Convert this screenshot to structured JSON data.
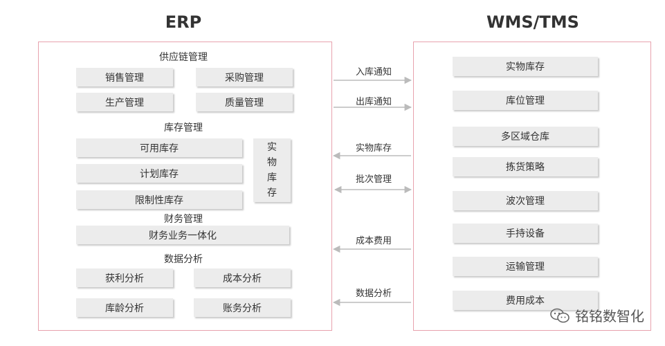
{
  "erp": {
    "title": "ERP",
    "supply_chain": {
      "heading": "供应链管理",
      "items": [
        "销售管理",
        "采购管理",
        "生产管理",
        "质量管理"
      ]
    },
    "inventory": {
      "heading": "库存管理",
      "items": [
        "可用库存",
        "计划库存",
        "限制性库存"
      ],
      "physical": "实物库存"
    },
    "finance": {
      "heading": "财务管理",
      "items": [
        "财务业务一体化"
      ]
    },
    "analytics": {
      "heading": "数据分析",
      "items": [
        "获利分析",
        "成本分析",
        "库龄分析",
        "账务分析"
      ]
    }
  },
  "wms": {
    "title": "WMS/TMS",
    "items": [
      "实物库存",
      "库位管理",
      "多区域仓库",
      "拣货策略",
      "波次管理",
      "手持设备",
      "运输管理",
      "费用成本"
    ]
  },
  "flows": [
    {
      "label": "入库通知",
      "direction": "to-wms"
    },
    {
      "label": "出库通知",
      "direction": "to-wms"
    },
    {
      "label": "实物库存",
      "direction": "to-erp"
    },
    {
      "label": "批次管理",
      "direction": "both"
    },
    {
      "label": "成本费用",
      "direction": "to-erp"
    },
    {
      "label": "数据分析",
      "direction": "to-erp"
    }
  ],
  "watermark": {
    "text": "铭铭数智化",
    "icon": "wechat-icon"
  },
  "colors": {
    "panel_border": "#e8a1ad",
    "box_fill": "#ececec",
    "arrow": "#bbbbbb"
  }
}
